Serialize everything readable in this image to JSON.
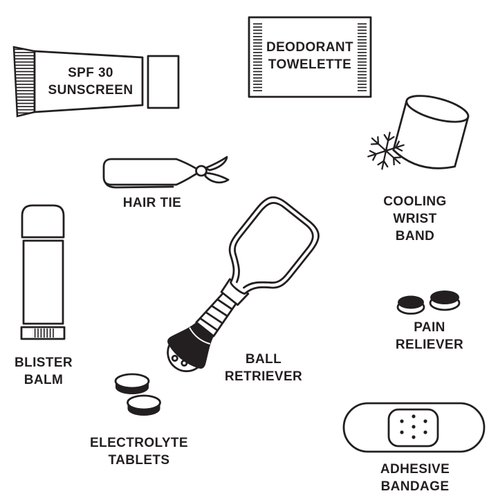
{
  "page": {
    "background_color": "#ffffff",
    "ink_color": "#231f20",
    "description": "Line-art illustration sheet of pickleball kit items"
  },
  "items": {
    "sunscreen": {
      "id": "sunscreen",
      "text": "SPF 30\nSUNSCREEN",
      "icon": "sunscreen-tube-icon"
    },
    "deodorant_towelette": {
      "id": "deodorant-towelette",
      "text": "DEODORANT\nTOWELETTE",
      "icon": "towelette-packet-icon"
    },
    "cooling_wrist_band": {
      "id": "cooling-wrist-band",
      "label": "COOLING WRIST\nBAND",
      "icon": "wrist-band-snowflake-icon"
    },
    "hair_tie": {
      "id": "hair-tie",
      "label": "HAIR TIE",
      "icon": "hair-tie-icon"
    },
    "blister_balm": {
      "id": "blister-balm",
      "label": "BLISTER\nBALM",
      "icon": "balm-stick-icon"
    },
    "ball_retriever": {
      "id": "ball-retriever",
      "label": "BALL\nRETRIEVER",
      "icon": "paddle-with-ball-icon"
    },
    "pain_reliever": {
      "id": "pain-reliever",
      "label": "PAIN RELIEVER",
      "icon": "two-pills-icon"
    },
    "electrolyte_tablets": {
      "id": "electrolyte-tablets",
      "label": "ELECTROLYTE\nTABLETS",
      "icon": "two-tablets-icon"
    },
    "adhesive_bandage": {
      "id": "adhesive-bandage",
      "label": "ADHESIVE BANDAGE",
      "icon": "bandage-icon"
    }
  }
}
